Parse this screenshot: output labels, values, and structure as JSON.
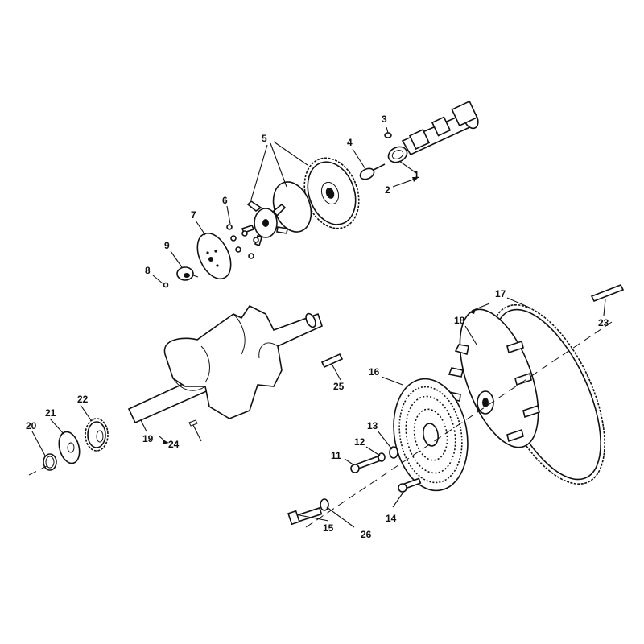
{
  "parts": [
    {
      "id": "1",
      "label": "1"
    },
    {
      "id": "2",
      "label": "2"
    },
    {
      "id": "3",
      "label": "3"
    },
    {
      "id": "4",
      "label": "4"
    },
    {
      "id": "5",
      "label": "5"
    },
    {
      "id": "6",
      "label": "6"
    },
    {
      "id": "7",
      "label": "7"
    },
    {
      "id": "8",
      "label": "8"
    },
    {
      "id": "9",
      "label": "9"
    },
    {
      "id": "11",
      "label": "11"
    },
    {
      "id": "12",
      "label": "12"
    },
    {
      "id": "13",
      "label": "13"
    },
    {
      "id": "14",
      "label": "14"
    },
    {
      "id": "15",
      "label": "15"
    },
    {
      "id": "16",
      "label": "16"
    },
    {
      "id": "17",
      "label": "17"
    },
    {
      "id": "18",
      "label": "18"
    },
    {
      "id": "19",
      "label": "19"
    },
    {
      "id": "20",
      "label": "20"
    },
    {
      "id": "21",
      "label": "21"
    },
    {
      "id": "22",
      "label": "22"
    },
    {
      "id": "23",
      "label": "23"
    },
    {
      "id": "24",
      "label": "24"
    },
    {
      "id": "25",
      "label": "25"
    },
    {
      "id": "26",
      "label": "26"
    }
  ]
}
